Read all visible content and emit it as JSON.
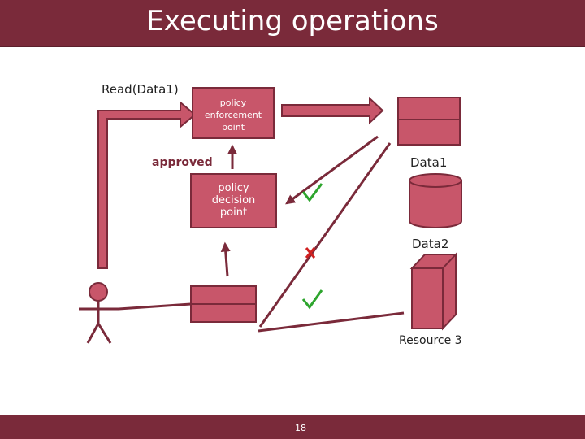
{
  "slide": {
    "title": "Executing operations",
    "page_number": "18"
  },
  "diagram": {
    "request_label": "Read(Data1)",
    "pep_label": "policy\nenforcement\npoint",
    "pdp_label": "policy\ndecision\npoint",
    "approved_label": "approved",
    "data1_label": "Data1",
    "data2_label": "Data2",
    "resource3_label": "Resource 3"
  },
  "colors": {
    "header": "#7a2a3a",
    "shape_fill": "#c8566a",
    "shape_stroke": "#7a2a3a",
    "approved": "#7a2a3a",
    "check": "#2ea52e",
    "cross": "#d02020"
  }
}
